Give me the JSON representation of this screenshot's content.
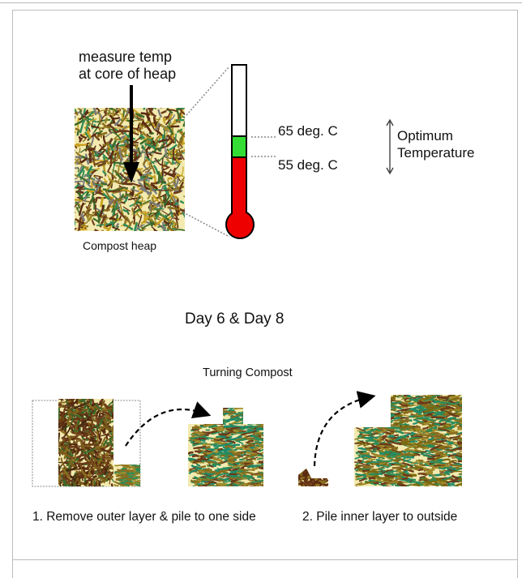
{
  "temperature_diagram": {
    "instruction_line1": "measure temp",
    "instruction_line2": "at core of heap",
    "heap_label": "Compost heap",
    "upper_mark": "65 deg. C",
    "lower_mark": "55 deg. C",
    "optimum_line1": "Optimum",
    "optimum_line2": "Temperature",
    "colors": {
      "mercury": "#ee0000",
      "optimum_band": "#33dd33"
    }
  },
  "schedule": {
    "title": "Day 6 & Day 8"
  },
  "turning": {
    "title": "Turning Compost",
    "step1": "1. Remove outer layer & pile to one side",
    "step2": "2. Pile inner layer to outside"
  }
}
